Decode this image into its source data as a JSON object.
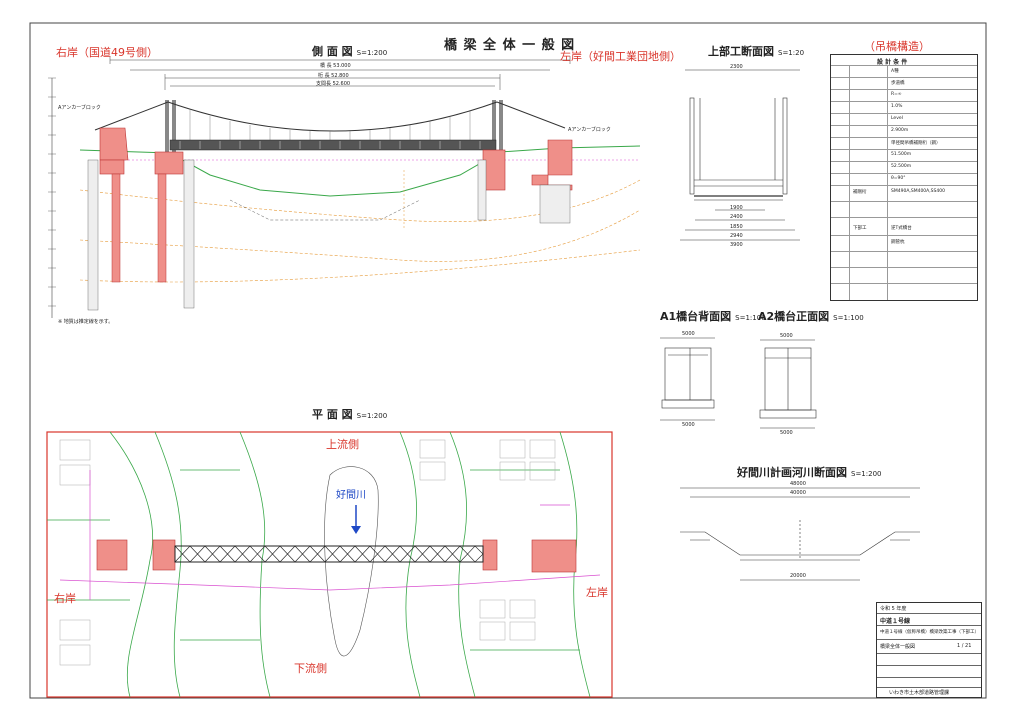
{
  "sheet": {
    "title": "橋 梁 全 体 一 般 図",
    "structure_type": "（吊橋構造）"
  },
  "side_view": {
    "title": "側 面 図",
    "scale": "S=1:200",
    "right_bank": "右岸（国道49号側）",
    "left_bank": "左岸（好間工業団地側）",
    "anchor_block_label": "Aアンカーブロック",
    "bridge_length": "橋 長 53.000",
    "girder_length": "桁 長 52.800",
    "span": "支間長 52.600",
    "note": "※ 地質は推定線を示す。"
  },
  "cross_section": {
    "title": "上部工断面図",
    "scale": "S=1:20",
    "dims": [
      "2300",
      "1900",
      "2400",
      "1850",
      "2940",
      "3900"
    ]
  },
  "abutment_a1": {
    "title": "A1橋台背面図",
    "scale": "S=1:100",
    "dims": [
      "5000",
      "5000"
    ]
  },
  "abutment_a2": {
    "title": "A2橋台正面図",
    "scale": "S=1:100",
    "dims": [
      "5000",
      "5000"
    ]
  },
  "plan_view": {
    "title": "平 面 図",
    "scale": "S=1:200",
    "upstream": "上流側",
    "downstream": "下流側",
    "river": "好間川",
    "right_bank": "右岸",
    "left_bank": "左岸"
  },
  "river_section": {
    "title": "好間川計画河川断面図",
    "scale": "S=1:200",
    "dims": [
      "48000",
      "40000",
      "20000"
    ]
  },
  "design_conditions": {
    "header": "設 計 条 件",
    "rows": [
      "A種",
      "歩道橋",
      "R=∞",
      "1.0%",
      "Level",
      "2.900m",
      "単径間吊橋補剛桁（鋼）",
      "51.500m",
      "52.500m",
      "θ=90°",
      "SM490A,SM400A,SS400",
      "補剛桁",
      "下部工",
      "逆T式橋台",
      "鋼管杭"
    ]
  },
  "title_block": {
    "project": "中道１号線",
    "description": "中道１号線（仮称吊橋）橋梁改築工事（下部工）",
    "drawing": "橋梁全体一般図",
    "sheet_no": "1 / 21",
    "office": "いわき市土木部道路管理課",
    "year": "令和 5 年度"
  },
  "colors": {
    "red": "#d9352b",
    "green": "#3aa84a",
    "magenta": "#d94fd0",
    "pink_fill": "#ef8f89",
    "orange": "#e69b3a",
    "dark": "#222222"
  }
}
